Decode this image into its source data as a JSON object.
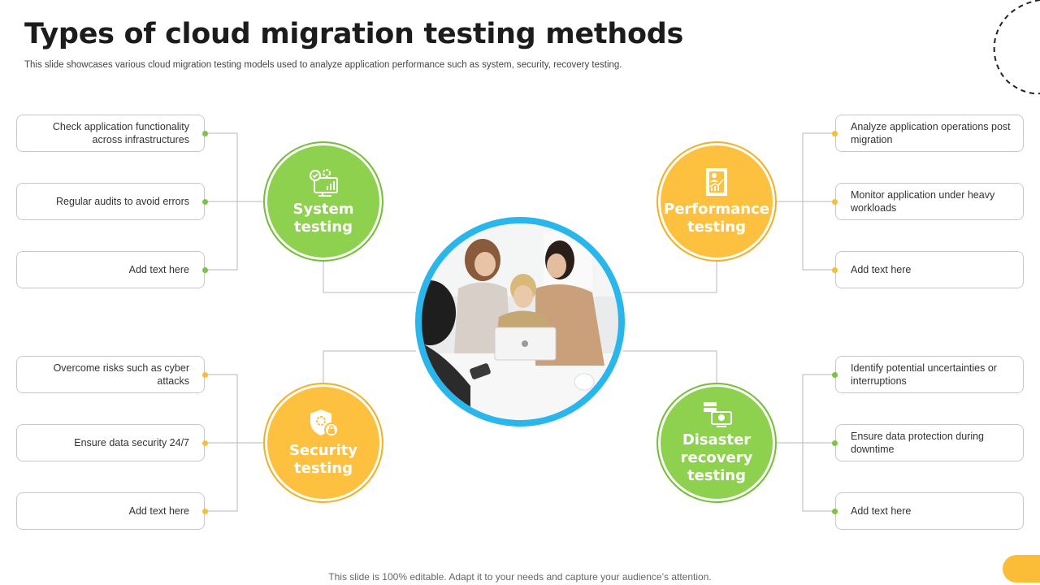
{
  "title": "Types of cloud migration testing methods",
  "subtitle": "This slide showcases various cloud migration testing models used to analyze application performance such as system, security, recovery testing.",
  "footer": "This slide is 100% editable. Adapt it to your needs and capture your audience’s attention.",
  "colors": {
    "green": "#8dd14f",
    "yellow": "#fdc13f",
    "photo_ring": "#29b6ec"
  },
  "methods": {
    "system": {
      "label": "System testing",
      "icon": "monitor-gear-icon",
      "items": [
        "Check application functionality across infrastructures",
        "Regular audits to avoid errors",
        "Add text here"
      ]
    },
    "performance": {
      "label": "Performance testing",
      "icon": "report-chart-icon",
      "items": [
        "Analyze application operations post migration",
        "Monitor application under heavy workloads",
        "Add text here"
      ]
    },
    "security": {
      "label": "Security testing",
      "icon": "shield-lock-icon",
      "items": [
        "Overcome  risks such as cyber attacks",
        "Ensure data security 24/7",
        "Add text here"
      ]
    },
    "disaster": {
      "label": "Disaster recovery testing",
      "icon": "server-monitor-icon",
      "items": [
        "Identify potential uncertainties or interruptions",
        "Ensure data protection during downtime",
        "Add text here"
      ]
    }
  }
}
